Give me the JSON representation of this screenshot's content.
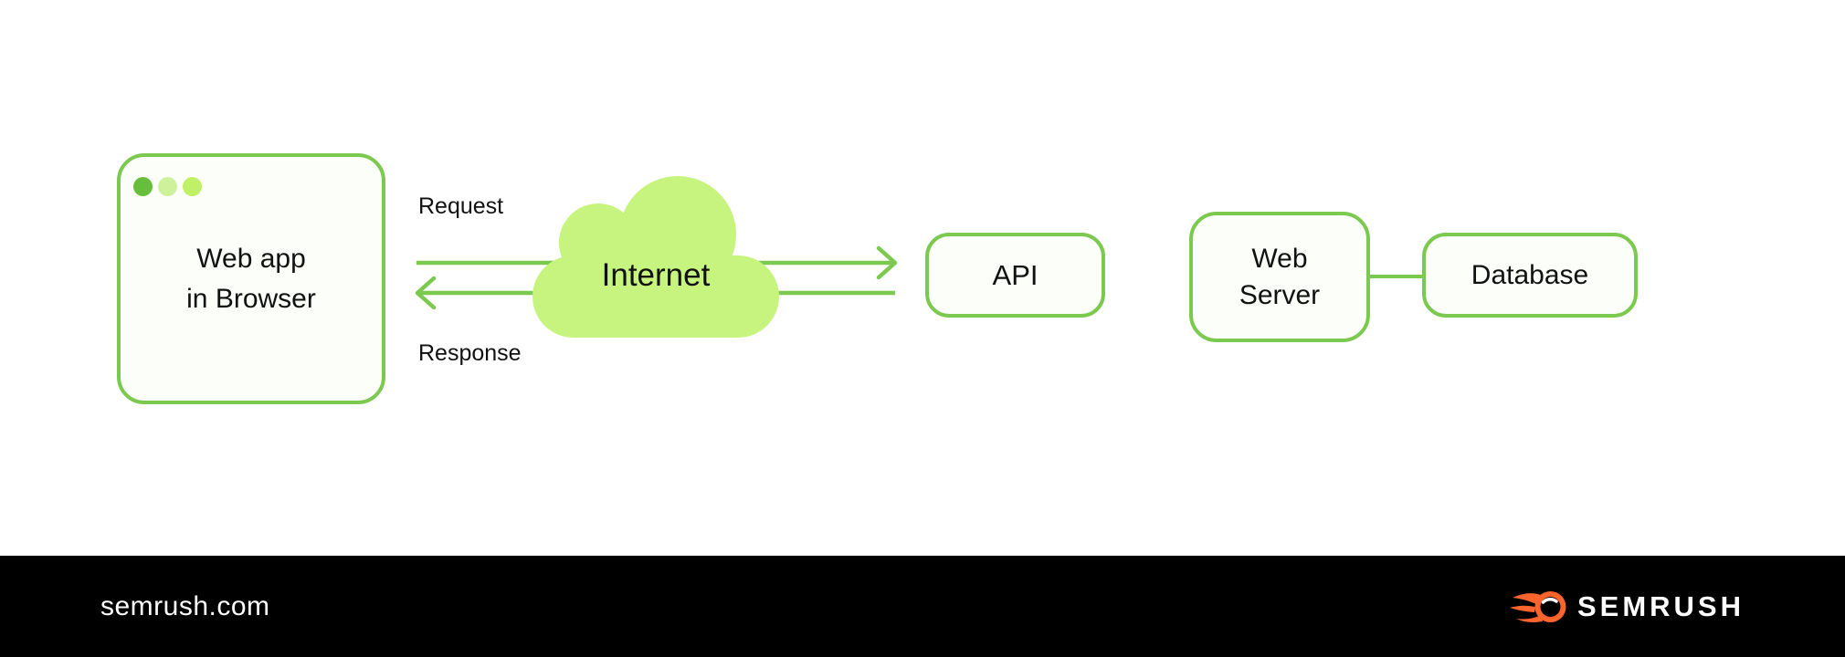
{
  "diagram": {
    "browser": {
      "line1": "Web app",
      "line2": "in Browser"
    },
    "request_label": "Request",
    "response_label": "Response",
    "internet_label": "Internet",
    "api_label": "API",
    "web_server": {
      "line1": "Web",
      "line2": "Server"
    },
    "database_label": "Database"
  },
  "footer": {
    "site": "semrush.com",
    "brand": "SEMRUSH"
  },
  "colors": {
    "green": "#7CC94F",
    "cloud": "#C6F47E",
    "ink": "#111111",
    "box-bg": "#FCFEFA",
    "dot1": "#67BE3C",
    "dot2": "#CDF29B",
    "dot3": "#BFF066",
    "orange": "#FF642D",
    "footer-bg": "#000000"
  }
}
